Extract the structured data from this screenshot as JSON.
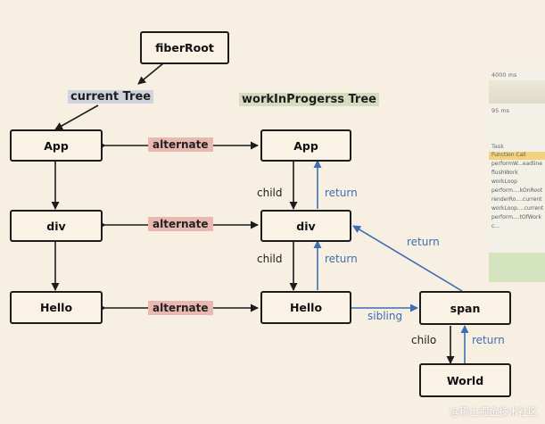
{
  "nodes": {
    "fiber_root": "fiberRoot",
    "current_app": "App",
    "current_div": "div",
    "current_hello": "Hello",
    "wip_app": "App",
    "wip_div": "div",
    "wip_hello": "Hello",
    "wip_span": "span",
    "wip_world": "World"
  },
  "titles": {
    "current_tree": "current Tree",
    "wip_tree": "workInProgerss Tree"
  },
  "edge_labels": {
    "alternate": "alternate",
    "child": "child",
    "return": "return",
    "sibling": "sibling",
    "chilo": "chilo"
  },
  "devtools": {
    "timing_1": "4000 ms",
    "timing_2": "95 ms",
    "task": "Task",
    "rows": [
      "Function Call",
      "performW...eadline",
      "flushWork",
      "workLoop",
      "perform....kOnRoot",
      "renderRo....current",
      "workLoop....current",
      "perform....tOfWork",
      "c..."
    ]
  },
  "watermark": "@稀土掘金技术社区",
  "colors": {
    "background": "#f7efe1",
    "alternate_tag": "#e9b8b1",
    "return_arrow": "#3d6db2",
    "current_title_highlight": "#cfd3dd",
    "wip_title_highlight": "#d6dcc0"
  }
}
